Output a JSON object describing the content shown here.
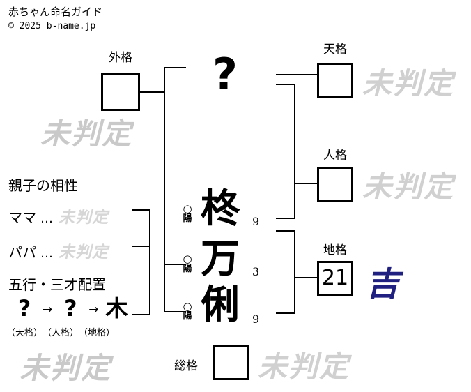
{
  "header": {
    "title": "赤ちゃん命名ガイド",
    "copyright": "© 2025 b-name.jp"
  },
  "name": {
    "surname_placeholder": "?",
    "characters": [
      {
        "char": "柊",
        "strokes": "9",
        "yinyang_mark": "○",
        "yinyang": "陽"
      },
      {
        "char": "万",
        "strokes": "3",
        "yinyang_mark": "○",
        "yinyang": "陽"
      },
      {
        "char": "俐",
        "strokes": "9",
        "yinyang_mark": "○",
        "yinyang": "陽"
      }
    ]
  },
  "kaku": {
    "gaikaku": {
      "label": "外格",
      "value": "",
      "verdict": "未判定"
    },
    "tenkaku": {
      "label": "天格",
      "value": "",
      "verdict": "未判定"
    },
    "jinkaku": {
      "label": "人格",
      "value": "",
      "verdict": "未判定"
    },
    "chikaku": {
      "label": "地格",
      "value": "21",
      "verdict": "吉"
    },
    "sokaku": {
      "label": "総格",
      "value": "",
      "verdict": "未判定"
    }
  },
  "compatibility": {
    "heading": "親子の相性",
    "rows": [
      {
        "label": "ママ",
        "dots": "…",
        "value": "未判定"
      },
      {
        "label": "パパ",
        "dots": "…",
        "value": "未判定"
      }
    ]
  },
  "gogyo": {
    "heading": "五行・三才配置",
    "elements": [
      {
        "symbol": "?",
        "caption": "（天格）"
      },
      {
        "symbol": "?",
        "caption": "（人格）"
      },
      {
        "symbol": "木",
        "caption": "（地格）"
      }
    ],
    "arrow": "→"
  },
  "watermarks": {
    "gaikaku_verdict": "未判定",
    "bottom_left_verdict": "未判定"
  },
  "colors": {
    "good": "#202080",
    "undetermined": "#d0d0d0",
    "line": "#000000"
  }
}
